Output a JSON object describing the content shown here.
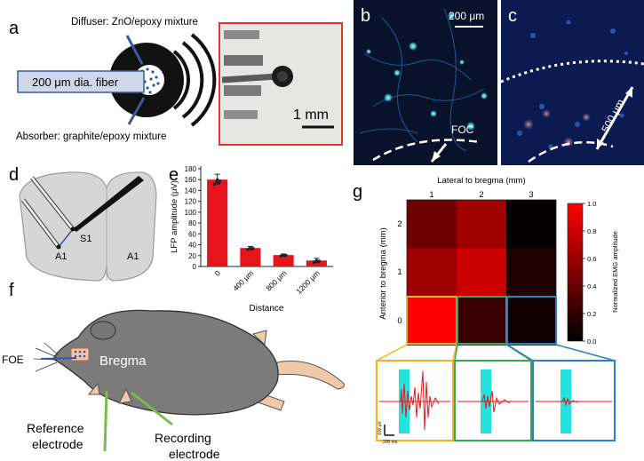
{
  "colors": {
    "bar": "#e8141b",
    "fiber": "#cfd8ea",
    "fiber_edge": "#3c5a9a",
    "micrograph_frame": "#e0362b",
    "fluor_bg": "#08122a",
    "heat_high": "#ff0000",
    "orange_box": "#f2b21e",
    "green_box": "#3aa853",
    "blue_box": "#2a7fc6",
    "cyan": "#22e3de"
  },
  "panels": {
    "a": {
      "letter": "a",
      "diffuser": "Diffuser: ZnO/epoxy mixture",
      "absorber": "Absorber: graphite/epoxy mixture",
      "fiber": "200 μm dia. fiber",
      "scale": "1 mm"
    },
    "b": {
      "letter": "b",
      "scale": "200 μm",
      "foc": "FOC"
    },
    "c": {
      "letter": "c",
      "distance": "500 μm"
    },
    "d": {
      "letter": "d",
      "s1": "S1",
      "a1_left": "A1",
      "a1_right": "A1"
    },
    "e": {
      "letter": "e"
    },
    "f": {
      "letter": "f",
      "foe": "FOE",
      "bregma": "Bregma",
      "reference": [
        "Reference",
        "electrode"
      ],
      "recording": [
        "Recording",
        "electrode"
      ]
    },
    "g": {
      "letter": "g",
      "top_title": "Lateral to bregma (mm)",
      "top_ticks": [
        "1",
        "2",
        "3"
      ],
      "left_title": "Anterior to bregma (mm)",
      "left_ticks": [
        "2",
        "1",
        "0"
      ],
      "colorbar_title": "Normalized EMG amplitude",
      "colorbar_ticks": [
        "1.0",
        "0.8",
        "0.6",
        "0.4",
        "0.2",
        "0.0"
      ],
      "scale_v": "100 μV",
      "scale_t": "200 ms"
    }
  },
  "heatmap": {
    "rows": [
      "2",
      "1",
      "0"
    ],
    "cols": [
      "1",
      "2",
      "3"
    ],
    "values": [
      [
        0.42,
        0.62,
        0.02
      ],
      [
        0.62,
        0.78,
        0.12
      ],
      [
        1.0,
        0.22,
        0.06
      ]
    ]
  },
  "chart_data": {
    "type": "bar",
    "xlabel": "Distance",
    "ylabel": "LFP amplitude (μV)",
    "categories": [
      "0",
      "400 μm",
      "800 μm",
      "1200 μm"
    ],
    "values": [
      160,
      34,
      21,
      11
    ],
    "errors": [
      10,
      3,
      2,
      4
    ],
    "ylim": [
      0,
      180
    ],
    "yticks": [
      "0",
      "20",
      "40",
      "60",
      "80",
      "100",
      "120",
      "140",
      "160",
      "180"
    ]
  }
}
